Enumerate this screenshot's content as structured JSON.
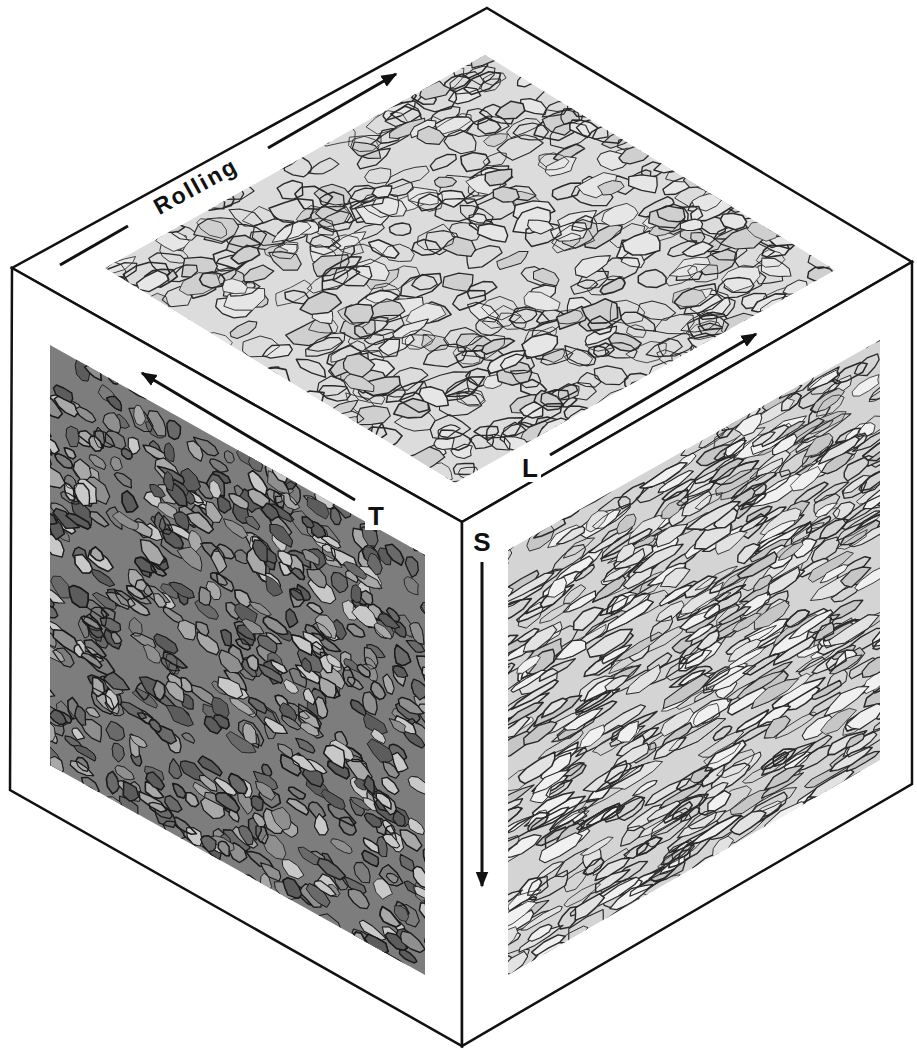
{
  "diagram": {
    "labels": [
      "Rolling",
      "T",
      "L",
      "S"
    ]
  }
}
